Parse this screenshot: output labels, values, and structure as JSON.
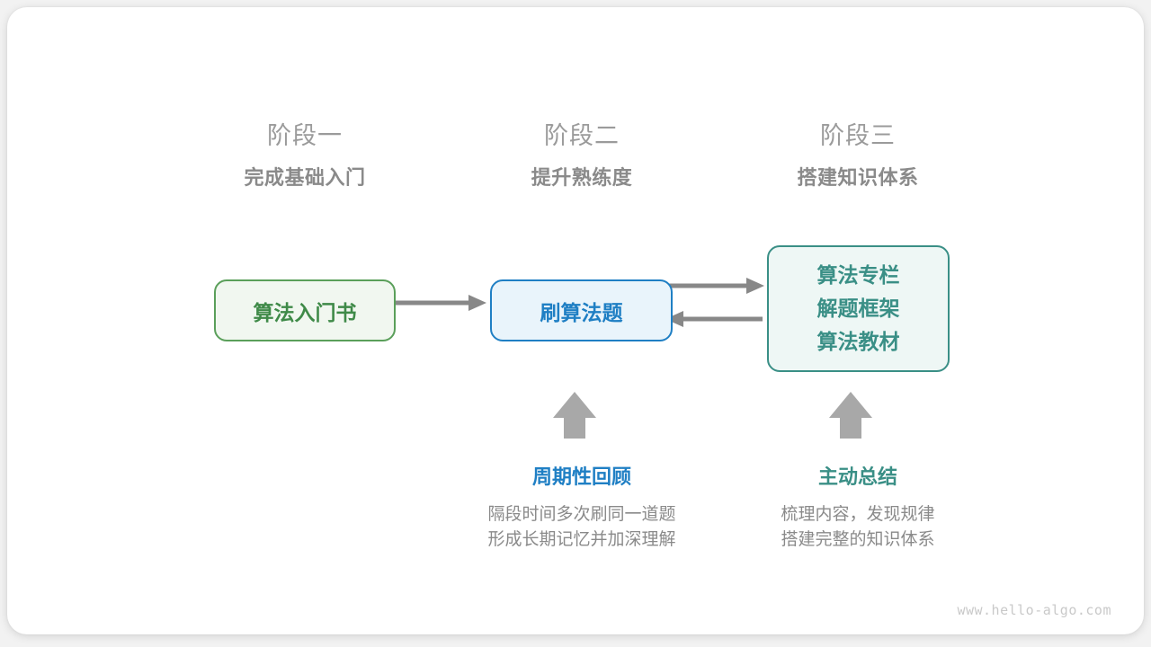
{
  "stages": [
    {
      "title": "阶段一",
      "subtitle": "完成基础入门"
    },
    {
      "title": "阶段二",
      "subtitle": "提升熟练度"
    },
    {
      "title": "阶段三",
      "subtitle": "搭建知识体系"
    }
  ],
  "nodes": {
    "book": {
      "label": "算法入门书",
      "color": "#3f8a48",
      "border": "#5a9f5a",
      "fill": "#f1f7f0"
    },
    "practice": {
      "label": "刷算法题",
      "color": "#1f7fc4",
      "border": "#1f7fc4",
      "fill": "#e9f4fb"
    },
    "resources": {
      "line1": "算法专栏",
      "line2": "解题框架",
      "line3": "算法教材",
      "color": "#3a8f86",
      "border": "#3a8f86",
      "fill": "#eef7f5"
    }
  },
  "arrows": {
    "color": "#888888",
    "book_to_practice": "算法入门书 → 刷算法题",
    "practice_to_resources": "刷算法题 → 算法专栏/解题框架/算法教材",
    "resources_to_practice": "算法专栏/解题框架/算法教材 → 刷算法题",
    "up_into_practice": "周期性回顾 ↑ 刷算法题",
    "up_into_resources": "主动总结 ↑ 算法专栏/解题框架/算法教材"
  },
  "notes": [
    {
      "title": "周期性回顾",
      "color": "#1f7fc4",
      "desc_line1": "隔段时间多次刷同一道题",
      "desc_line2": "形成长期记忆并加深理解"
    },
    {
      "title": "主动总结",
      "color": "#3a8f86",
      "desc_line1": "梳理内容，发现规律",
      "desc_line2": "搭建完整的知识体系"
    }
  ],
  "watermark": "www.hello-algo.com"
}
